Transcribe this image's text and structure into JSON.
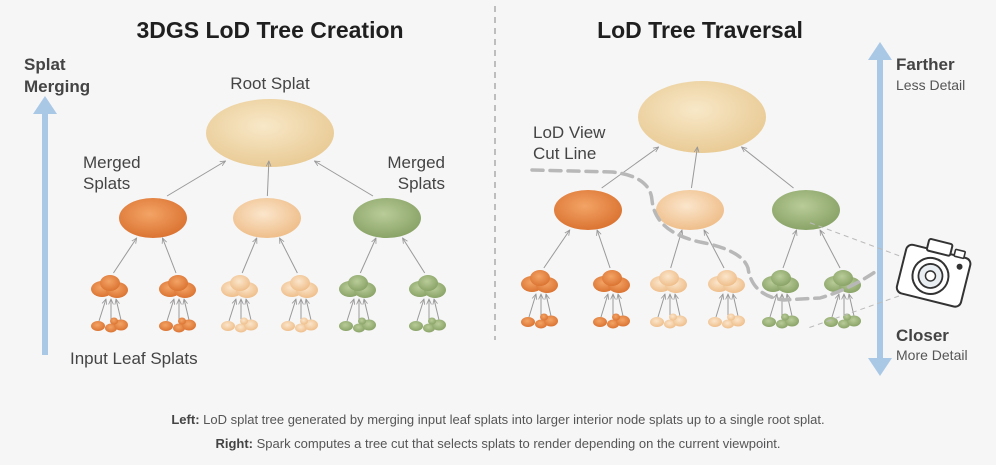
{
  "left_panel": {
    "title": "3DGS LoD Tree Creation",
    "axis_label_line1": "Splat",
    "axis_label_line2": "Merging",
    "root_label": "Root Splat",
    "merged_left_line1": "Merged",
    "merged_left_line2": "Splats",
    "merged_right_line1": "Merged",
    "merged_right_line2": "Splats",
    "leaf_label": "Input Leaf Splats"
  },
  "right_panel": {
    "title": "LoD Tree Traversal",
    "cut_label_line1": "LoD View",
    "cut_label_line2": "Cut Line",
    "farther": "Farther",
    "farther_sub": "Less Detail",
    "closer": "Closer",
    "closer_sub": "More Detail"
  },
  "caption": {
    "left_prefix": "Left:",
    "left_text": " LoD splat tree generated by merging input leaf splats into larger interior node splats up to a single root splat.",
    "right_prefix": "Right:",
    "right_text": " Spark computes a tree cut that selects splats to render depending on the current viewpoint."
  },
  "colors": {
    "root": "#f0d8a8",
    "orange": "#e88c4a",
    "peach": "#f5d2a8",
    "green": "#9cb47a",
    "arrow_blue": "#a9c8e6",
    "cut_line": "#b8b8b8"
  },
  "icons": {
    "camera": "camera-icon"
  }
}
